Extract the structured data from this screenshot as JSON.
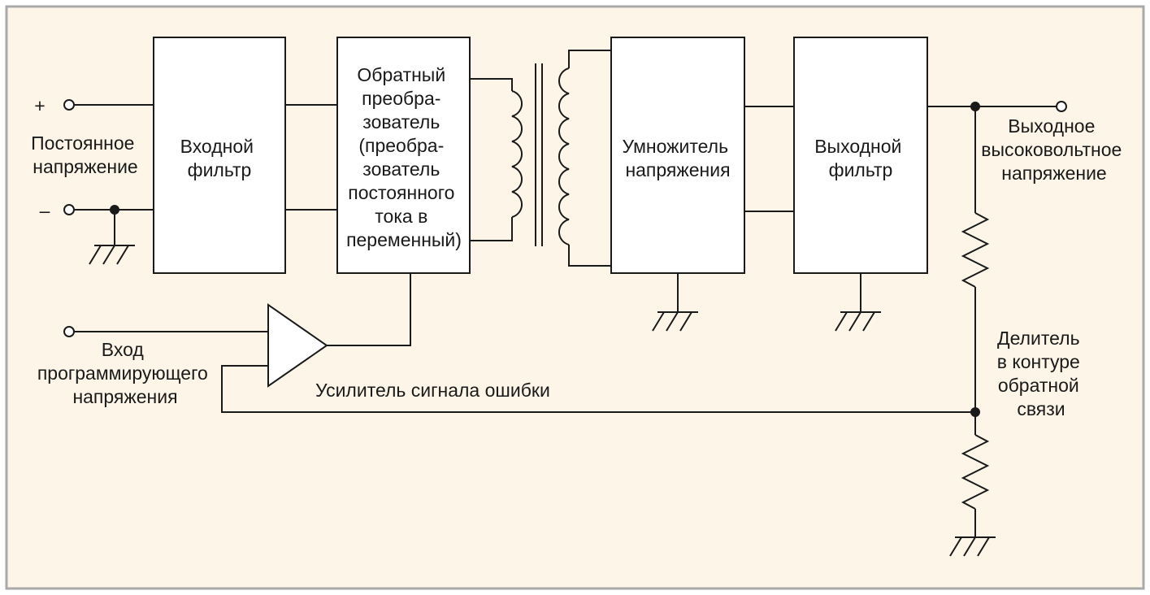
{
  "diagram": {
    "colors": {
      "background": "#fdf6e8",
      "frame": "#a9a9a9",
      "stroke": "#1a1a1a",
      "block_fill": "#ffffff"
    },
    "terminals": {
      "plus_sign": "+",
      "minus_sign": "–"
    },
    "labels": {
      "dc_input": [
        "Постоянное",
        "напряжение"
      ],
      "program_input": [
        "Вход",
        "программирующего",
        "напряжения"
      ],
      "error_amp": "Усилитель сигнала ошибки",
      "hv_output": [
        "Выходное",
        "высоковольтное",
        "напряжение"
      ],
      "divider": [
        "Делитель",
        "в контуре",
        "обратной",
        "связи"
      ]
    },
    "blocks": {
      "input_filter": [
        "Входной",
        "фильтр"
      ],
      "converter": [
        "Обратный",
        "преобра-",
        "зователь",
        "(преобра-",
        "зователь",
        "постоянного",
        "тока в",
        "переменный)"
      ],
      "multiplier": [
        "Умножитель",
        "напряжения"
      ],
      "output_filter": [
        "Выходной",
        "фильтр"
      ]
    }
  }
}
